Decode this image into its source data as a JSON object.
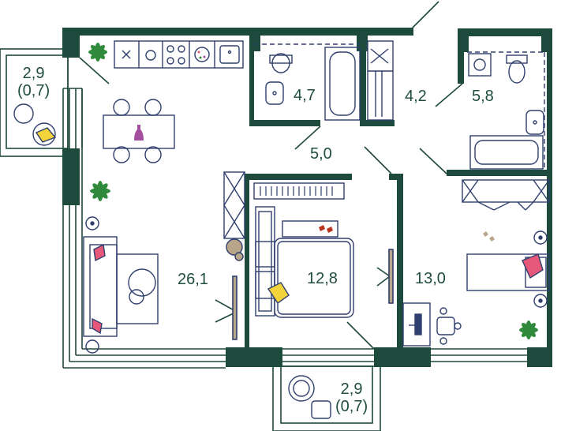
{
  "colors": {
    "wall": "#1d4a3d",
    "line": "#2f3f6e",
    "text": "#1f4d3f",
    "pillow": "#e6577a",
    "blanket": "#f2d43a",
    "vase": "#a24fa0",
    "plant": "#2f8a3c",
    "slippers": "#b8341d",
    "wood": "#b8a58a"
  },
  "rooms": {
    "living_kitchen": {
      "area": "26,1"
    },
    "bedroom": {
      "area": "12,8"
    },
    "second_bedroom": {
      "area": "13,0"
    },
    "hallway": {
      "area": "5,0"
    },
    "bathroom_small": {
      "area": "4,7"
    },
    "storage": {
      "area": "4,2"
    },
    "bathroom_large": {
      "area": "5,8"
    },
    "balcony_left": {
      "area": "2,9",
      "area_reduced": "(0,7)"
    },
    "balcony_bottom": {
      "area": "2,9",
      "area_reduced": "(0,7)"
    }
  },
  "icons": {
    "plant": "plant-icon",
    "stove": "stove-icon",
    "sink": "sink-icon",
    "toilet": "toilet-icon",
    "bathtub": "bathtub-icon",
    "bed": "bed-icon",
    "sofa": "sofa-icon",
    "chair": "chair-icon",
    "desk": "desk-icon"
  }
}
